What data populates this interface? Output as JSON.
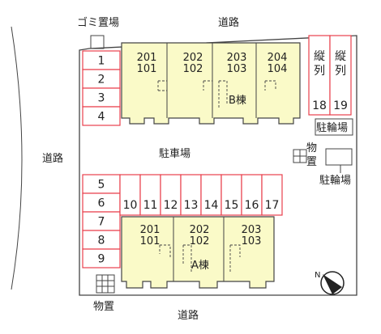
{
  "labels": {
    "road_top": "道路",
    "road_left": "道路",
    "road_bottom": "道路",
    "trash": "ゴミ置場",
    "parking": "駐車場",
    "bike_upper": "駐輪場",
    "bike_lower": "駐輪場",
    "storage_center": "物置",
    "storage_bottom": "物置",
    "vertical_line1": "縦",
    "vertical_line2": "列",
    "building_a": "A棟",
    "building_b": "B棟"
  },
  "parking_left_upper": [
    "1",
    "2",
    "3",
    "4"
  ],
  "parking_left_lower": [
    "5",
    "6",
    "7",
    "8",
    "9"
  ],
  "parking_row": [
    "10",
    "11",
    "12",
    "13",
    "14",
    "15",
    "16",
    "17"
  ],
  "parking_vertical": [
    "18",
    "19"
  ],
  "building_b_units": [
    {
      "upper": "201",
      "lower": "101"
    },
    {
      "upper": "202",
      "lower": "102"
    },
    {
      "upper": "203",
      "lower": "103"
    },
    {
      "upper": "204",
      "lower": "104"
    }
  ],
  "building_a_units": [
    {
      "upper": "201",
      "lower": "101"
    },
    {
      "upper": "202",
      "lower": "102"
    },
    {
      "upper": "203",
      "lower": "103"
    }
  ],
  "colors": {
    "spot_border": "#e8404c",
    "unit_fill": "#fafac8",
    "line": "#444444"
  },
  "icons": [
    "north-arrow-icon",
    "storage-grid-icon"
  ]
}
